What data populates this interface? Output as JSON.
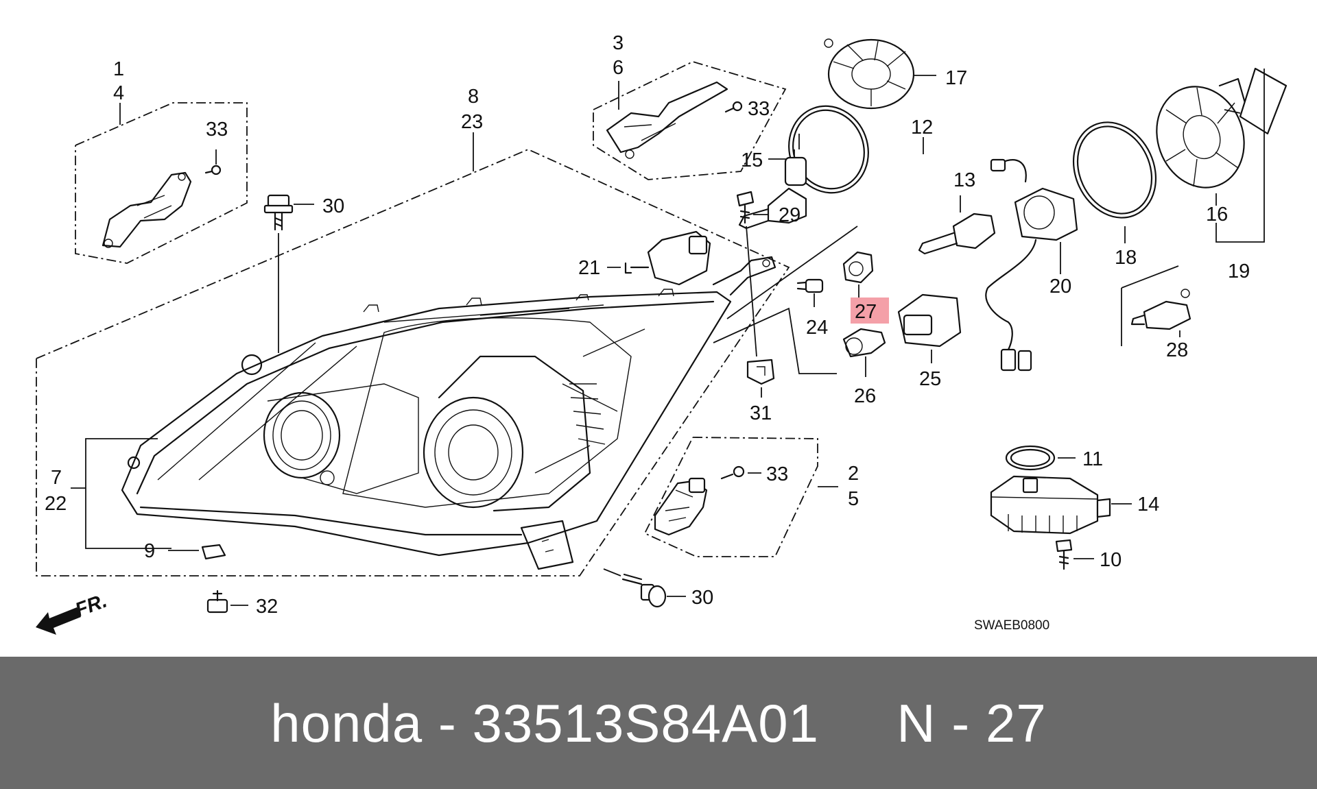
{
  "diagram": {
    "highlighted_part": "27",
    "highlight_color": "#f4a0a8",
    "callouts": {
      "c1": "1",
      "c4": "4",
      "c33a": "33",
      "c3": "3",
      "c6": "6",
      "c33b": "33",
      "c8": "8",
      "c23": "23",
      "c30a": "30",
      "c17": "17",
      "c15": "15",
      "c12": "12",
      "c13": "13",
      "c29": "29",
      "c21": "21",
      "c27": "27",
      "c24": "24",
      "c16": "16",
      "c18": "18",
      "c20": "20",
      "c19": "19",
      "c25": "25",
      "c26": "26",
      "c31": "31",
      "c28": "28",
      "c7": "7",
      "c22": "22",
      "c9": "9",
      "c11": "11",
      "c2": "2",
      "c5": "5",
      "c33c": "33",
      "c14": "14",
      "c10": "10",
      "c30b": "30",
      "c32": "32"
    },
    "front_label": "FR.",
    "reference_code": "SWAEB0800",
    "icons": [
      "front-direction-arrow-icon"
    ]
  },
  "caption": {
    "text": "honda - 33513S84A01     N - 27"
  }
}
